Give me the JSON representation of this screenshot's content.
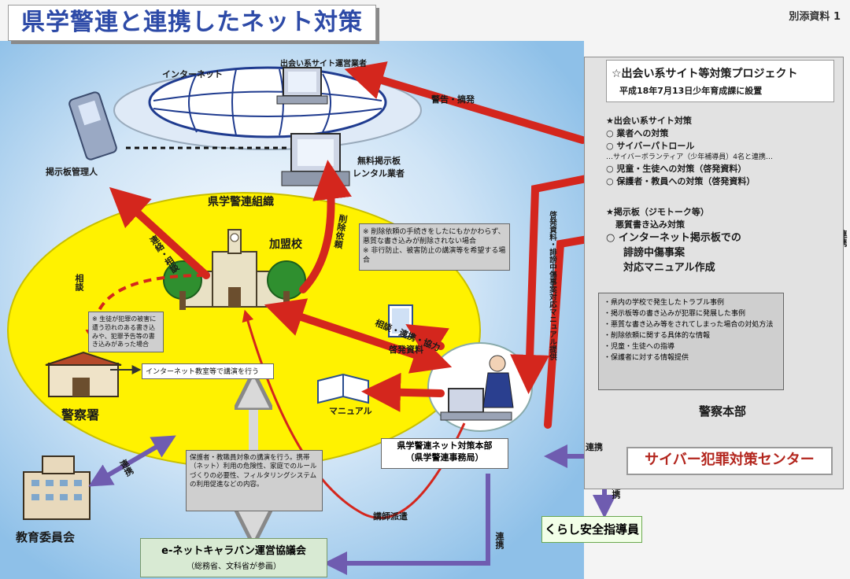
{
  "title": "県学警連と連携したネット対策",
  "doc_tag": "別添資料 1",
  "internet": {
    "label": "インターネット",
    "dating_operator": "出会い系サイト運営業者",
    "bbs_rental_line1": "無料掲示板",
    "bbs_rental_line2": "レンタル業者",
    "bbs_admin": "掲示板管理人"
  },
  "arrows": {
    "warning_detection": "警告・摘発",
    "consult_cooperate": "相談・連携・協力",
    "deletion_request": "削除依頼",
    "dispatch_lecturer": "講師派遣",
    "consult_link_left": "連絡・相談",
    "police_consult": "相談",
    "edu_link": "連携",
    "link_cyber": "連携",
    "link_kurashi": "連携",
    "link_caravan": "連携",
    "link_vertical": "連携",
    "awareness_materials": "啓発資料・誹謗中傷事案対応マニュアル提供"
  },
  "org": {
    "label": "県学警連組織",
    "member_school": "加盟校",
    "police_station": "警察署",
    "education_board": "教育委員会"
  },
  "notes": {
    "deletion_note_1": "※ 削除依頼の手続きをしたにもかかわらず、悪質な書き込みが削除されない場合",
    "deletion_note_2": "※ 非行防止、被害防止の講演等を希望する場合",
    "police_note": "※ 生徒が犯罪の被害に遭う恐れのある書き込みや、犯罪予告等の書き込みがあった場合",
    "police_action": "インターネット教室等で講演を行う",
    "caravan_note": "保護者・教職員対象の講演を行う。携帯（ネット）利用の危険性、家庭でのルールづくりの必要性、フィルタリングシステムの利用促進などの内容。"
  },
  "items": {
    "materials": "啓発資料",
    "manual": "マニュアル"
  },
  "hq": {
    "line1": "県学警連ネット対策本部",
    "line2": "（県学警連事務局）"
  },
  "project": {
    "title": "☆出会い系サイト等対策プロジェクト",
    "subtitle": "平成18年7月13日少年育成課に設置",
    "dating_header": "★出会い系サイト対策",
    "dating_items": [
      "○ 業者への対策",
      "○ サイバーパトロール",
      "…サイバーボランティア（少年補導員）4名と連携…",
      "○ 児童・生徒への対策（啓発資料）",
      "○ 保護者・教員への対策（啓発資料）"
    ],
    "bbs_header": "★掲示板（ジモトーク等）",
    "bbs_sub": "悪質書き込み対策",
    "bbs_items": [
      "○ インターネット掲示板での",
      "誹謗中傷事案",
      "対応マニュアル作成"
    ],
    "issues": [
      "・県内の学校で発生したトラブル事例",
      "・掲示板等の書き込みが犯罪に発展した事例",
      "・悪質な書き込み等をされてしまった場合の対処方法",
      "・削除依頼に関する具体的な情報",
      "・児童・生徒への指導",
      "・保護者に対する情報提供"
    ],
    "police_hq": "警察本部"
  },
  "cyber_center": "サイバー犯罪対策センター",
  "kurashi": "くらし安全指導員",
  "caravan": {
    "name": "e-ネットキャラバン運営協議会",
    "sub": "（総務省、文科省が参画）"
  },
  "colors": {
    "bg_sky": "#b9d8f0",
    "ellipse": "#fff200",
    "red_arrow": "#d4261d",
    "purple_arrow": "#6f5cb0",
    "title_text": "#2d4aa7"
  }
}
